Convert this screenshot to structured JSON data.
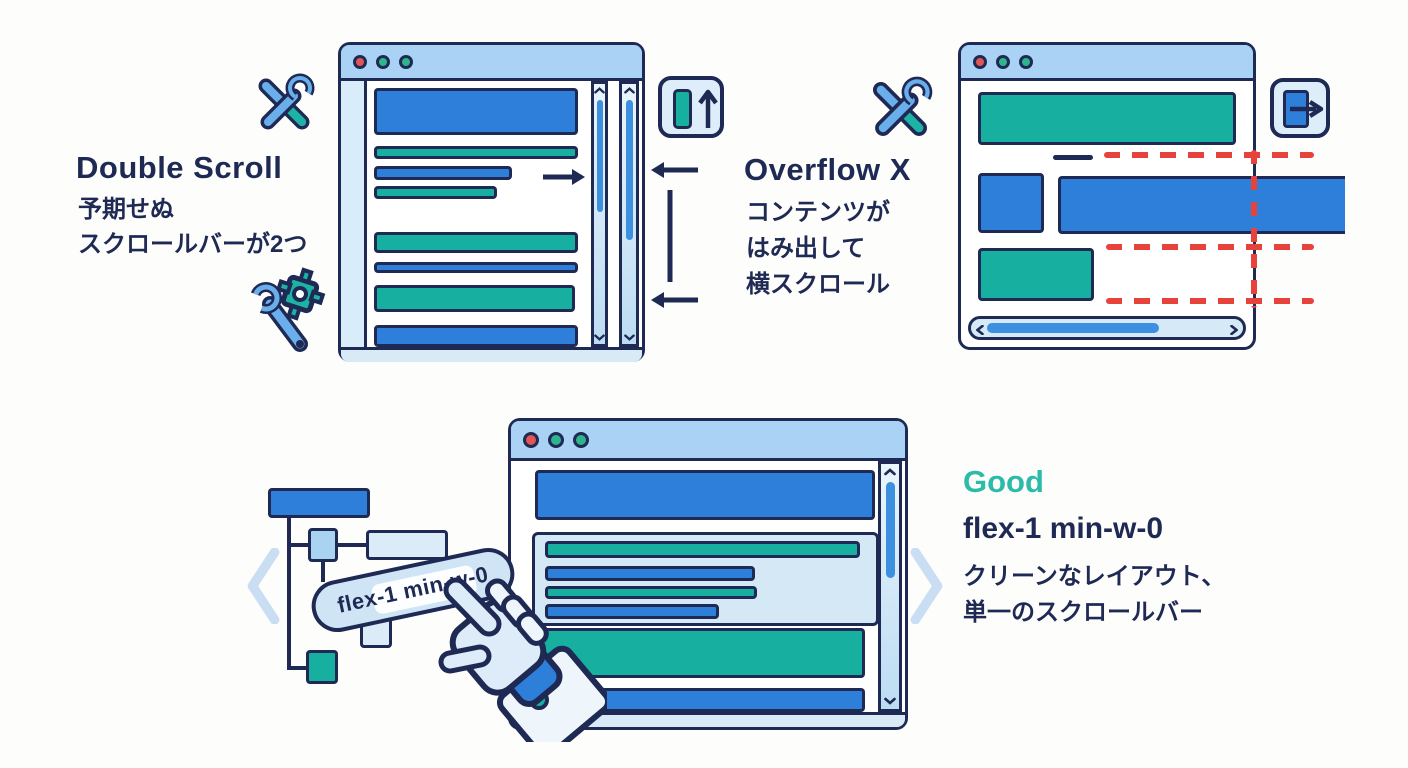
{
  "panels": {
    "double_scroll": {
      "title": "Double Scroll",
      "line1": "予期せぬ",
      "line2": "スクロールバーが2つ"
    },
    "overflow_x": {
      "title": "Overflow X",
      "line1": "コンテンツが",
      "line2": "はみ出して",
      "line3": "横スクロール"
    },
    "good": {
      "title": "Good",
      "subtitle": "flex-1 min-w-0",
      "line1": "クリーンなレイアウト、",
      "line2": "単一のスクロールバー",
      "pill_label": "flex-1 min-w-0"
    }
  },
  "icons": {
    "tools": "crossed-wrench-and-screwdriver",
    "wrench_gear": "wrench-with-gear",
    "vertical_scroll_badge": "panel-with-up-arrow",
    "overflow_badge": "box-with-right-arrow",
    "robot_hand": "robot-hand-pointing",
    "carousel_left": "light-chevron-left",
    "carousel_right": "light-chevron-right"
  },
  "palette": {
    "navy": "#1e2a54",
    "blue": "#2e7fd9",
    "teal": "#17b0a0",
    "titlebar_blue": "#a9d2f4",
    "light_panel": "#d9eaf7",
    "scroll_thumb": "#3d8fe0",
    "alert_red": "#e8423d",
    "dot_red": "#e05555",
    "dot_green": "#2fb58e",
    "good_teal": "#2bbba8"
  }
}
